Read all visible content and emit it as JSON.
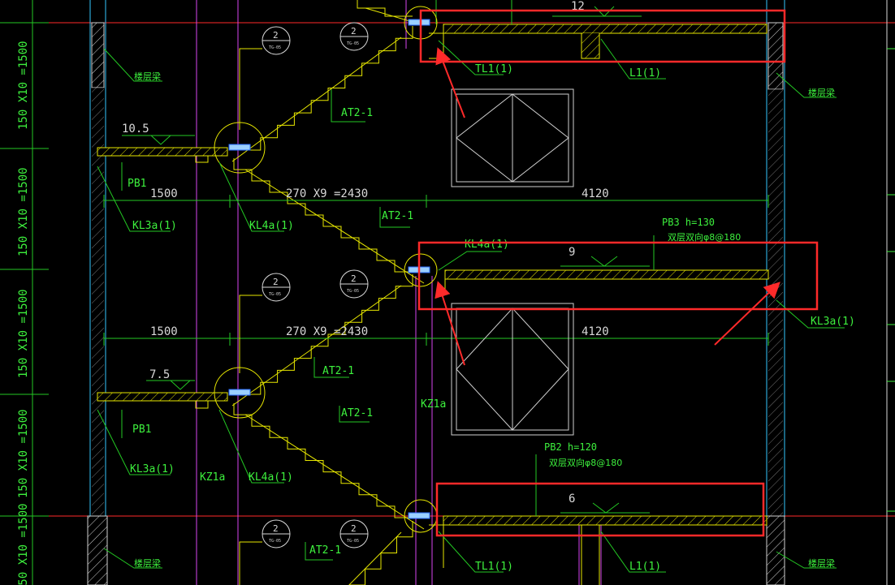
{
  "colors": {
    "background": "#000000",
    "axis": "#ff2a2a",
    "dimension": "#23c823",
    "structure": "#e6e600",
    "wall": "#33c8ff",
    "column": "#d946ef",
    "annotation": "#ff2a2a",
    "label": "#3df03d",
    "white": "#d8d8d8"
  },
  "left_dimensions": [
    "150 X10 =1500",
    "150 X10 =1500",
    "150 X10 =1500",
    "150 X10 =1500",
    "150 X10 =1500"
  ],
  "elevations": {
    "top": "12",
    "upper_left": "10.5",
    "middle": "9",
    "lower_left": "7.5",
    "bottom": "6"
  },
  "dims": {
    "width_left_1": "1500",
    "stair_run_1": "270 X9 =2430",
    "width_right_1": "4120",
    "width_left_2": "1500",
    "stair_run_2": "270 X9 =2430",
    "width_right_2": "4120"
  },
  "labels": {
    "floor_beam_tl": "楼层梁",
    "floor_beam_tr": "楼层梁",
    "floor_beam_bl": "楼层梁",
    "floor_beam_br": "楼层梁",
    "tl1_top": "TL1(1)",
    "l1_top": "L1(1)",
    "tl1_bottom": "TL1(1)",
    "l1_bottom": "L1(1)",
    "at2_1": "AT2-1",
    "at2_2": "AT2-1",
    "at2_3": "AT2-1",
    "at2_4": "AT2-1",
    "at2_5": "AT2-1",
    "pb1_upper": "PB1",
    "pb1_lower": "PB1",
    "kl3a_upper": "KL3a(1)",
    "kl3a_lower": "KL3a(1)",
    "kl3a_right": "KL3a(1)",
    "kl4a_upper": "KL4a(1)",
    "kl4a_mid": "KL4a(1)",
    "kl4a_lower": "KL4a(1)",
    "kz1a_mid": "KZ1a",
    "kz1a_lower": "KZ1a",
    "pb3_title": "PB3 h=130",
    "pb3_rebar": "双层双向φ8@180",
    "pb2_title": "PB2 h=120",
    "pb2_rebar": "双层双向φ8@180"
  },
  "detail_bubbles": [
    {
      "num": "2",
      "ref": "TG-05"
    },
    {
      "num": "2",
      "ref": "TG-05"
    },
    {
      "num": "2",
      "ref": "TG-05"
    },
    {
      "num": "2",
      "ref": "TG-05"
    },
    {
      "num": "2",
      "ref": "TG-05"
    },
    {
      "num": "2",
      "ref": "TG-05"
    }
  ]
}
